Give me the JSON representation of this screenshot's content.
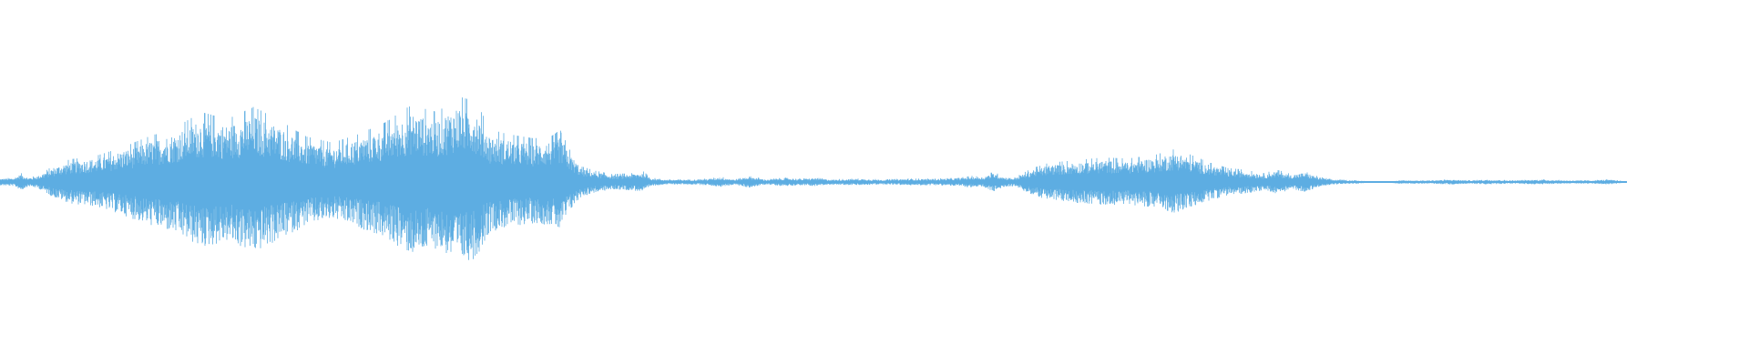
{
  "waveform": {
    "color": "#5dade2",
    "background": "#ffffff",
    "end_fraction": 0.93,
    "envelope": [
      [
        0.0,
        0.04
      ],
      [
        0.008,
        0.05
      ],
      [
        0.012,
        0.1
      ],
      [
        0.016,
        0.05
      ],
      [
        0.022,
        0.08
      ],
      [
        0.03,
        0.18
      ],
      [
        0.04,
        0.26
      ],
      [
        0.055,
        0.3
      ],
      [
        0.07,
        0.4
      ],
      [
        0.085,
        0.52
      ],
      [
        0.1,
        0.62
      ],
      [
        0.115,
        0.8
      ],
      [
        0.13,
        0.72
      ],
      [
        0.145,
        0.86
      ],
      [
        0.16,
        0.7
      ],
      [
        0.175,
        0.52
      ],
      [
        0.19,
        0.45
      ],
      [
        0.205,
        0.55
      ],
      [
        0.22,
        0.68
      ],
      [
        0.235,
        0.88
      ],
      [
        0.25,
        0.8
      ],
      [
        0.262,
        0.98
      ],
      [
        0.272,
        0.92
      ],
      [
        0.28,
        0.6
      ],
      [
        0.29,
        0.55
      ],
      [
        0.305,
        0.5
      ],
      [
        0.315,
        0.52
      ],
      [
        0.32,
        0.6
      ],
      [
        0.326,
        0.35
      ],
      [
        0.332,
        0.18
      ],
      [
        0.34,
        0.13
      ],
      [
        0.35,
        0.09
      ],
      [
        0.36,
        0.1
      ],
      [
        0.368,
        0.12
      ],
      [
        0.372,
        0.05
      ],
      [
        0.38,
        0.03
      ],
      [
        0.395,
        0.03
      ],
      [
        0.405,
        0.04
      ],
      [
        0.412,
        0.06
      ],
      [
        0.42,
        0.03
      ],
      [
        0.428,
        0.07
      ],
      [
        0.438,
        0.03
      ],
      [
        0.448,
        0.05
      ],
      [
        0.458,
        0.04
      ],
      [
        0.466,
        0.05
      ],
      [
        0.475,
        0.03
      ],
      [
        0.49,
        0.04
      ],
      [
        0.505,
        0.03
      ],
      [
        0.52,
        0.04
      ],
      [
        0.535,
        0.04
      ],
      [
        0.548,
        0.05
      ],
      [
        0.556,
        0.07
      ],
      [
        0.562,
        0.06
      ],
      [
        0.568,
        0.12
      ],
      [
        0.574,
        0.06
      ],
      [
        0.58,
        0.05
      ],
      [
        0.59,
        0.16
      ],
      [
        0.6,
        0.22
      ],
      [
        0.615,
        0.25
      ],
      [
        0.63,
        0.28
      ],
      [
        0.645,
        0.27
      ],
      [
        0.66,
        0.31
      ],
      [
        0.672,
        0.38
      ],
      [
        0.682,
        0.3
      ],
      [
        0.692,
        0.22
      ],
      [
        0.702,
        0.16
      ],
      [
        0.712,
        0.14
      ],
      [
        0.722,
        0.1
      ],
      [
        0.73,
        0.14
      ],
      [
        0.738,
        0.09
      ],
      [
        0.746,
        0.12
      ],
      [
        0.754,
        0.06
      ],
      [
        0.762,
        0.03
      ],
      [
        0.775,
        0.02
      ],
      [
        0.79,
        0.0
      ],
      [
        0.8,
        0.02
      ],
      [
        0.815,
        0.02
      ],
      [
        0.83,
        0.03
      ],
      [
        0.84,
        0.02
      ],
      [
        0.85,
        0.03
      ],
      [
        0.865,
        0.02
      ],
      [
        0.88,
        0.03
      ],
      [
        0.895,
        0.02
      ],
      [
        0.91,
        0.02
      ],
      [
        0.918,
        0.03
      ],
      [
        0.925,
        0.02
      ],
      [
        0.93,
        0.0
      ]
    ]
  }
}
